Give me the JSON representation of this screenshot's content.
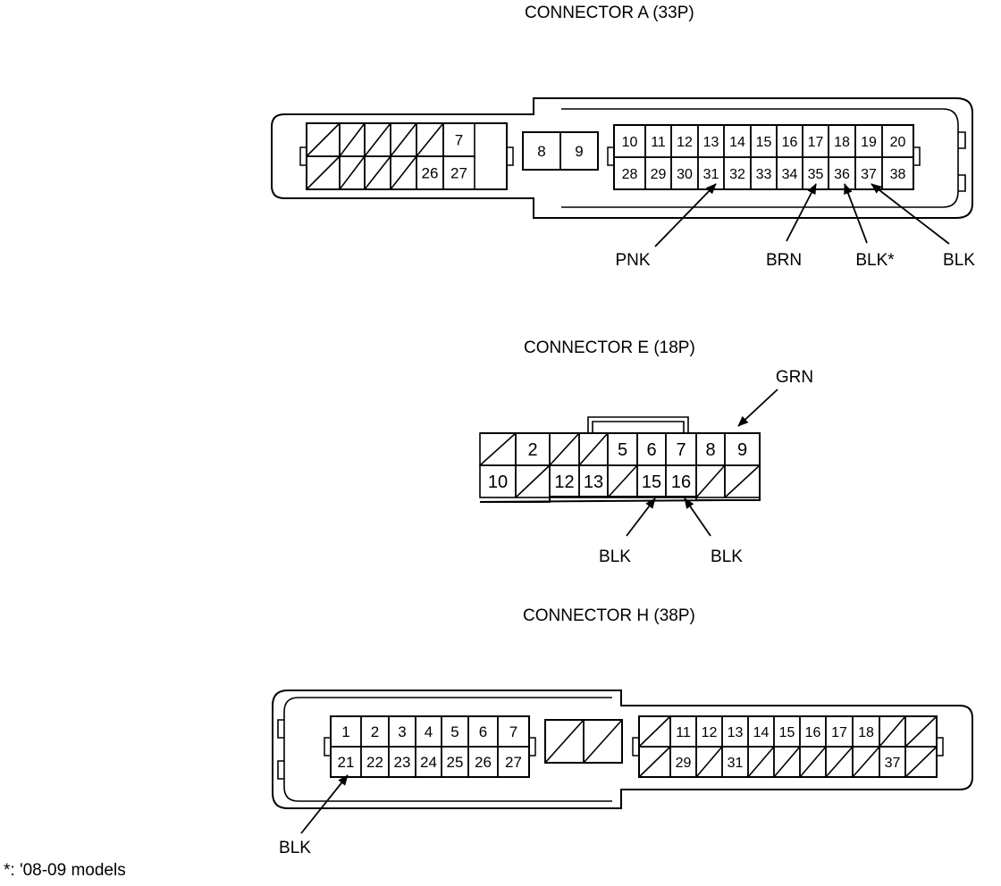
{
  "connector_a": {
    "title": "CONNECTOR A (33P)",
    "left_block": {
      "top": [
        "",
        "",
        "",
        "",
        "",
        "7"
      ],
      "bottom": [
        "",
        "",
        "",
        "",
        "26",
        "27"
      ]
    },
    "middle_block": [
      "8",
      "9"
    ],
    "right_block": {
      "top": [
        "10",
        "11",
        "12",
        "13",
        "14",
        "15",
        "16",
        "17",
        "18",
        "19",
        "20"
      ],
      "bottom": [
        "28",
        "29",
        "30",
        "31",
        "32",
        "33",
        "34",
        "35",
        "36",
        "37",
        "38"
      ]
    },
    "wires": [
      {
        "pin": "31",
        "color": "PNK"
      },
      {
        "pin": "35",
        "color": "BRN"
      },
      {
        "pin": "36",
        "color": "BLK*"
      },
      {
        "pin": "37",
        "color": "BLK"
      }
    ]
  },
  "connector_e": {
    "title": "CONNECTOR E (18P)",
    "top": [
      "",
      "2",
      "",
      "",
      "5",
      "6",
      "7",
      "8",
      "9"
    ],
    "bottom": [
      "10",
      "",
      "12",
      "13",
      "",
      "15",
      "16",
      "",
      ""
    ],
    "wires": [
      {
        "pin": "9",
        "color": "GRN"
      },
      {
        "pin": "15",
        "color": "BLK"
      },
      {
        "pin": "16",
        "color": "BLK"
      }
    ]
  },
  "connector_h": {
    "title": "CONNECTOR H (38P)",
    "left_block": {
      "top": [
        "1",
        "2",
        "3",
        "4",
        "5",
        "6",
        "7"
      ],
      "bottom": [
        "21",
        "22",
        "23",
        "24",
        "25",
        "26",
        "27"
      ]
    },
    "middle_block": [
      "",
      ""
    ],
    "right_block": {
      "top": [
        "",
        "11",
        "12",
        "13",
        "14",
        "15",
        "16",
        "17",
        "18",
        "",
        ""
      ],
      "bottom": [
        "",
        "29",
        "",
        "31",
        "",
        "",
        "",
        "",
        "",
        "37",
        ""
      ]
    },
    "wires": [
      {
        "pin": "21",
        "color": "BLK"
      }
    ]
  },
  "footnote": "*: '08-09 models"
}
